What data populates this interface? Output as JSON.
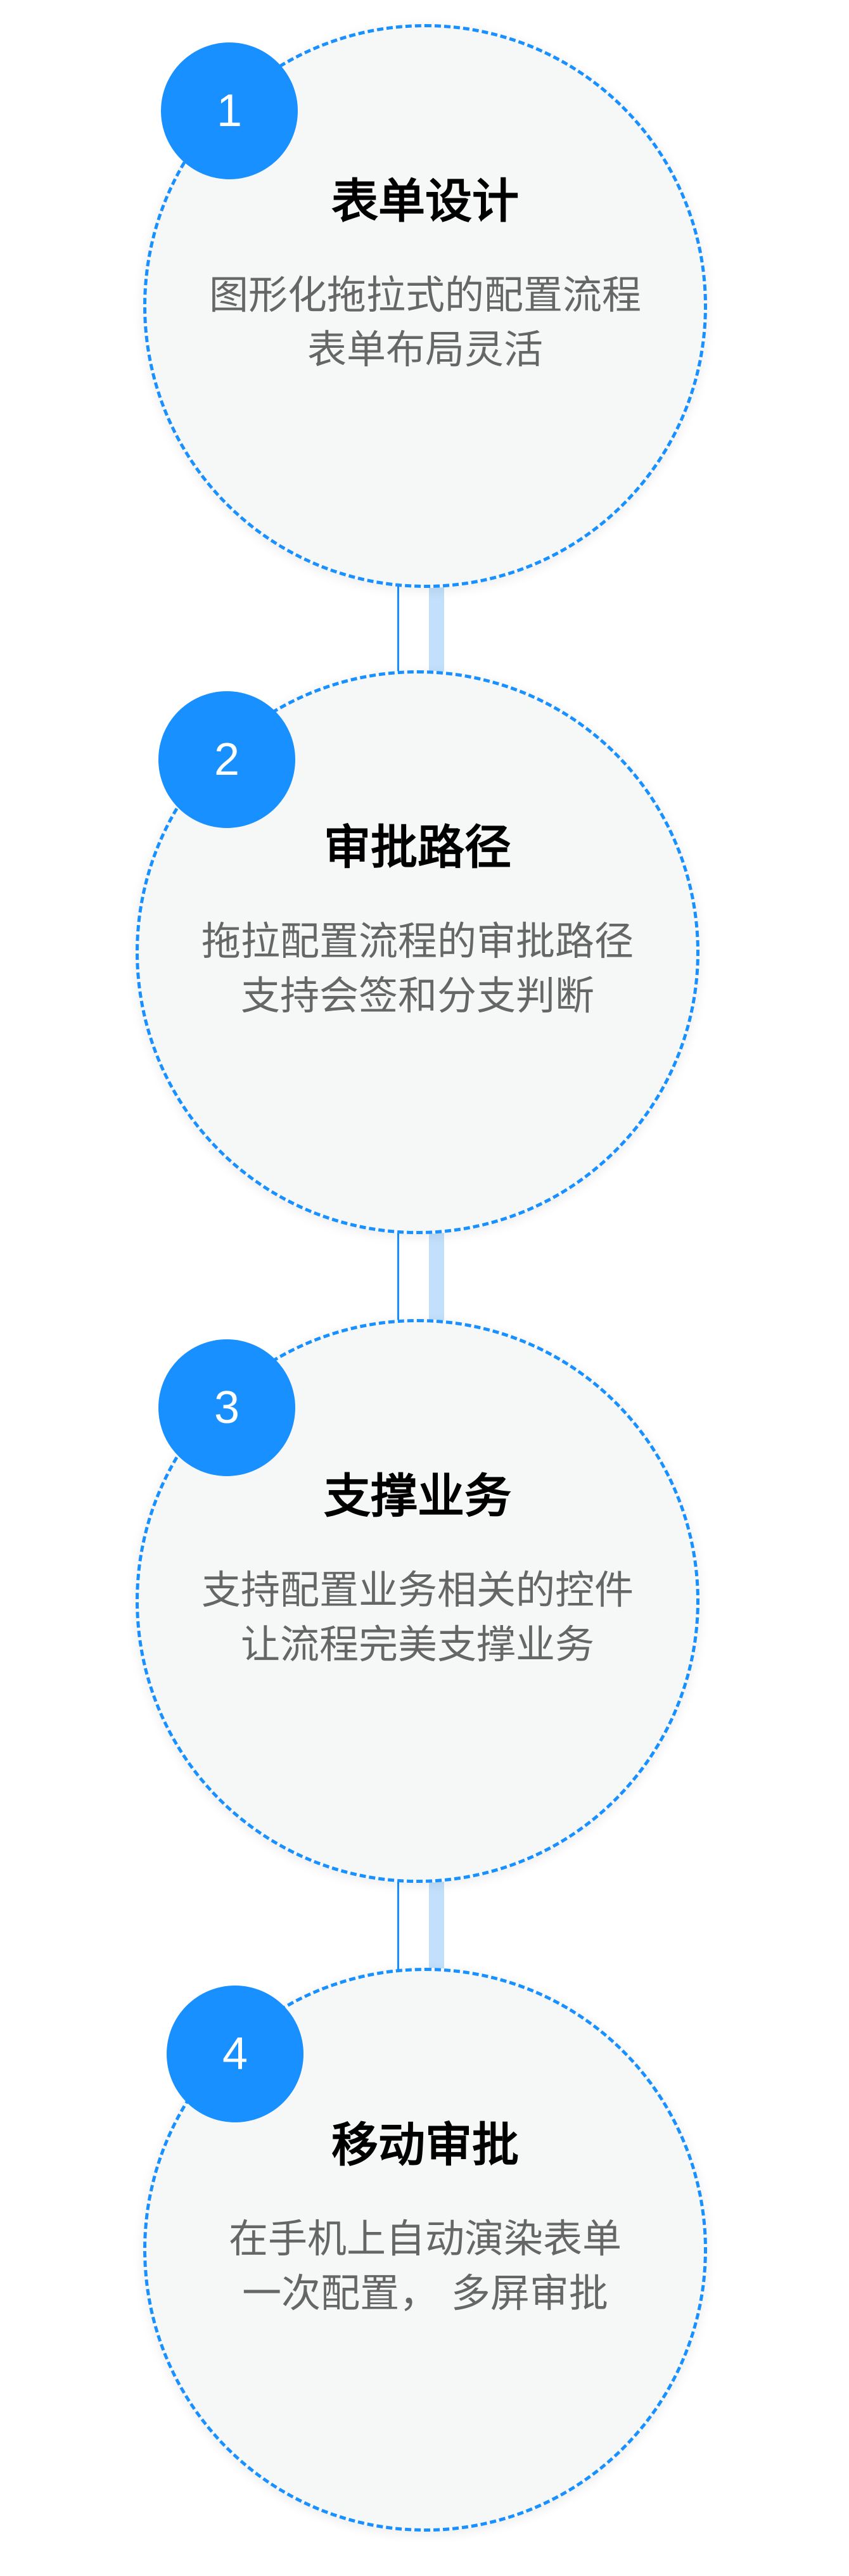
{
  "colors": {
    "accent": "#1890ff",
    "connector_light": "#c2e0fb",
    "circle_bg": "#f6f8f8"
  },
  "steps": [
    {
      "number": "1",
      "title": "表单设计",
      "lines": [
        "图形化拖拉式的配置流程",
        "表单布局灵活"
      ]
    },
    {
      "number": "2",
      "title": "审批路径",
      "lines": [
        "拖拉配置流程的审批路径",
        "支持会签和分支判断"
      ]
    },
    {
      "number": "3",
      "title": "支撑业务",
      "lines": [
        "支持配置业务相关的控件",
        "让流程完美支撑业务"
      ]
    },
    {
      "number": "4",
      "title": "移动审批",
      "lines": [
        "在手机上自动演染表单",
        "一次配置， 多屏审批"
      ]
    }
  ]
}
